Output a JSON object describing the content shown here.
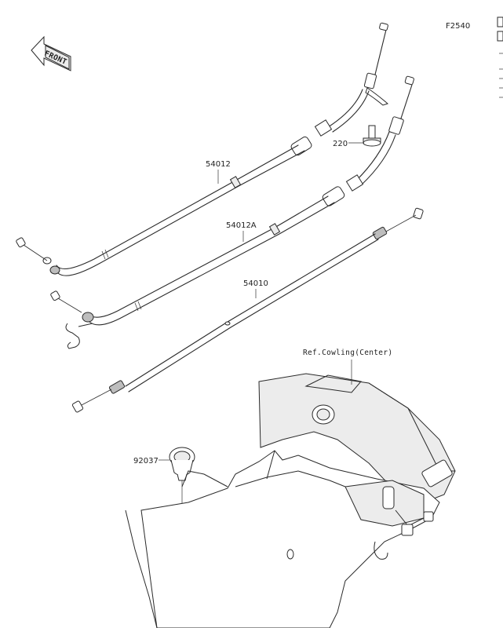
{
  "figure_code": "F2540",
  "front_label": "FRONT",
  "parts": [
    {
      "number": "54012",
      "name": ""
    },
    {
      "number": "54012A",
      "name": ""
    },
    {
      "number": "54010",
      "name": ""
    },
    {
      "number": "220",
      "name": ""
    },
    {
      "number": "92037",
      "name": ""
    }
  ],
  "reference_label": "Ref.Cowling(Center)",
  "colors": {
    "line": "#2a2a2a",
    "background": "#ffffff",
    "shade": "#ececec"
  }
}
